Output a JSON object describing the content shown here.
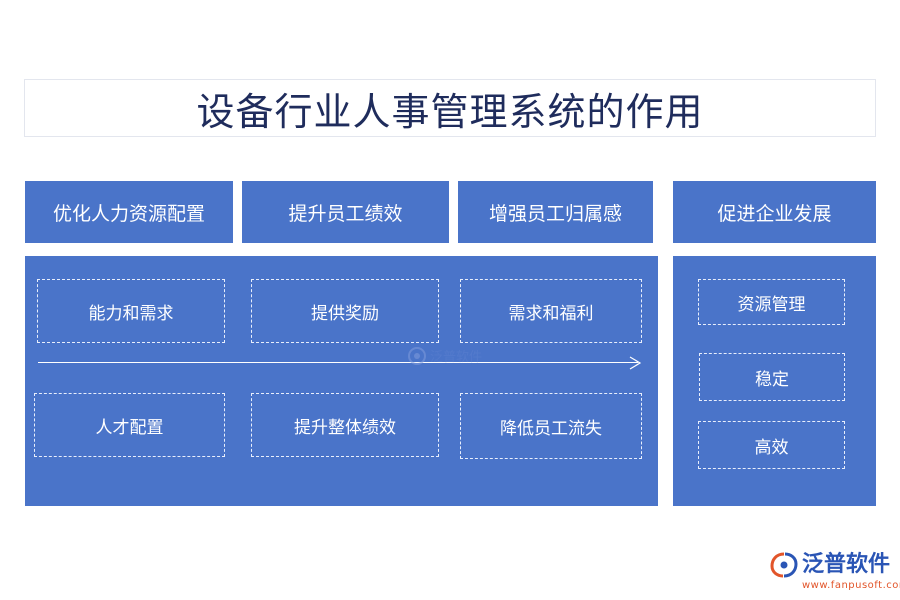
{
  "title": "设备行业人事管理系统的作用",
  "headers": [
    "优化人力资源配置",
    "提升员工绩效",
    "增强员工归属感",
    "促进企业发展"
  ],
  "left_panel": {
    "top_row": [
      "能力和需求",
      "提供奖励",
      "需求和福利"
    ],
    "bottom_row": [
      "人才配置",
      "提升整体绩效",
      "降低员工流失"
    ]
  },
  "right_panel": {
    "items": [
      "资源管理",
      "稳定",
      "高效"
    ]
  },
  "watermark_text": "泛普软件",
  "logo": {
    "name": "泛普软件",
    "url": "www.fanpusoft.com"
  },
  "colors": {
    "primary_blue": "#4a74c9",
    "title_text": "#1f2c5c",
    "logo_blue": "#2a55b5",
    "logo_orange": "#e2552a"
  }
}
